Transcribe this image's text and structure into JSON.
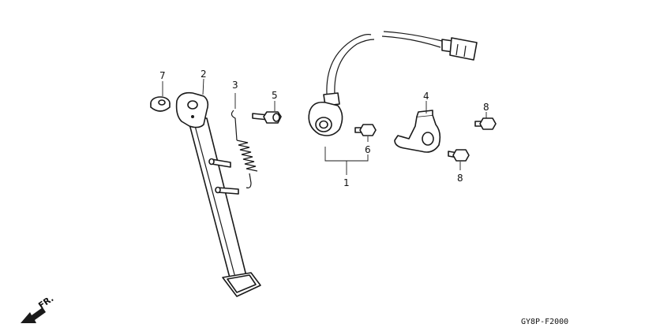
{
  "diagram": {
    "callouts": [
      "7",
      "2",
      "3",
      "5",
      "4",
      "8",
      "6",
      "8",
      "1"
    ],
    "code": "GY8P-F2000",
    "direction": "FR."
  }
}
